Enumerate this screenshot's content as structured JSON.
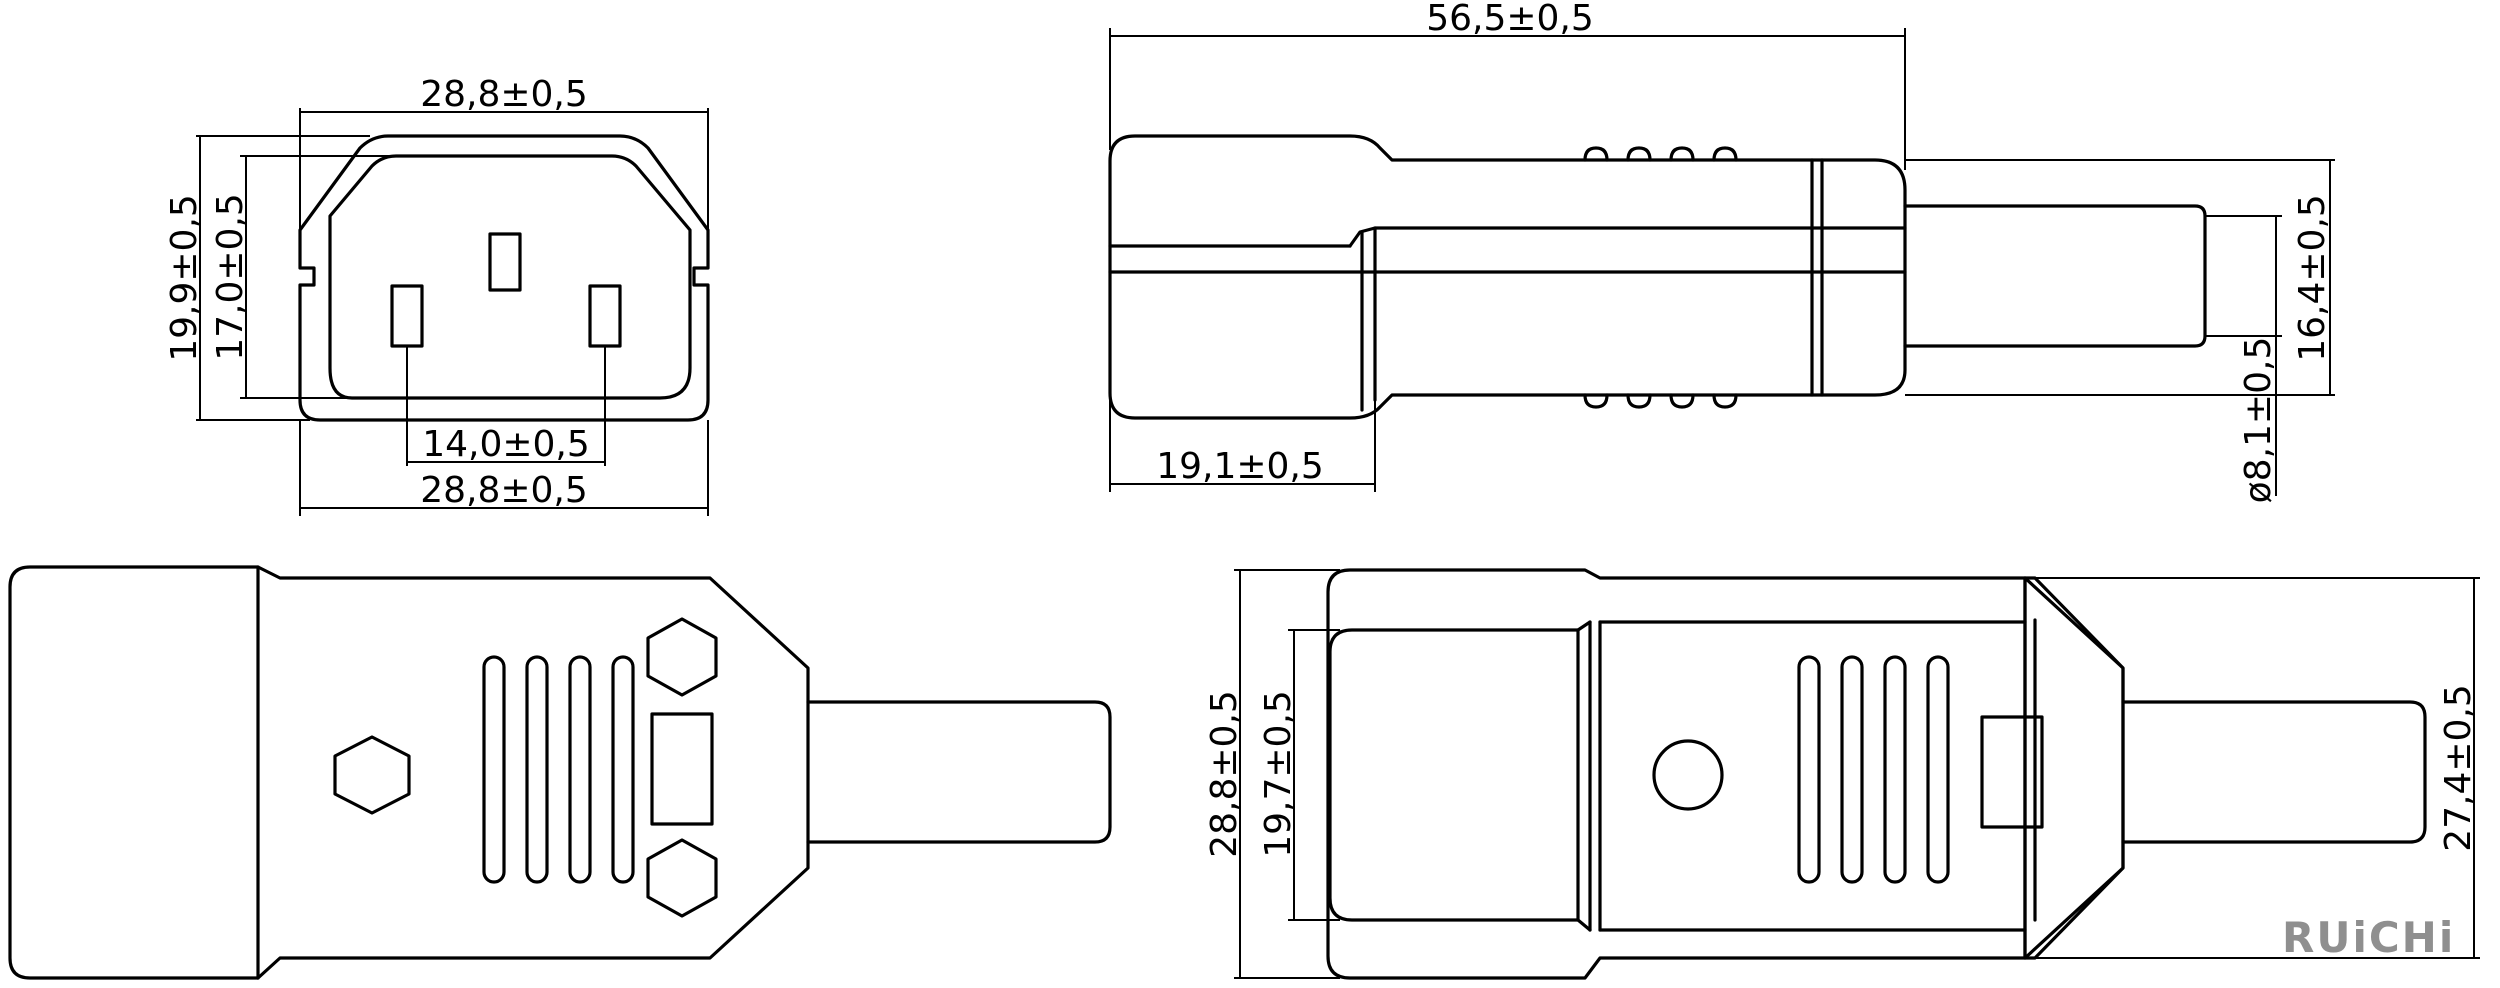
{
  "dimensions": {
    "front_width_top": "28,8±0,5",
    "front_height_outer": "19,9±0,5",
    "front_height_inner": "17,0±0,5",
    "pin_spacing": "14,0±0,5",
    "front_width_bottom": "28,8±0,5",
    "side_total_length": "56,5±0,5",
    "side_head_length": "19,1±0,5",
    "side_cable_height": "16,4±0,5",
    "side_cable_diameter": "ø8,1±0,5",
    "top_outer_width": "28,8±0,5",
    "top_inner_width": "19,7±0,5",
    "top_body_width": "27,4±0,5"
  },
  "brand": "RUiCHi"
}
